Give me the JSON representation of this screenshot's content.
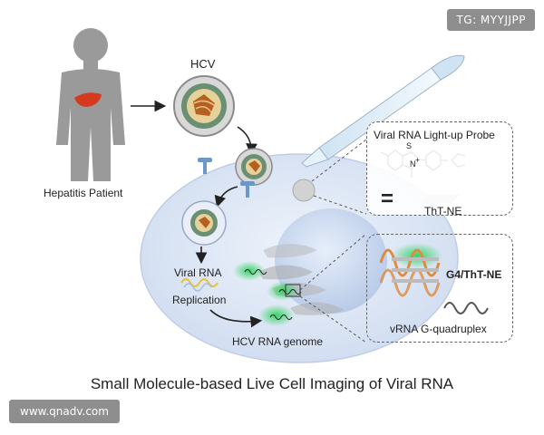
{
  "watermark_tag": "TG: MYYJJPP",
  "watermark_url": "www.qnadv.com",
  "caption": "Small Molecule-based Live Cell Imaging of Viral RNA",
  "labels": {
    "hcv": "HCV",
    "patient": "Hepatitis Patient",
    "viral_rna": "Viral RNA",
    "replication": "Replication",
    "genome": "HCV RNA genome"
  },
  "probe_box": {
    "title": "Viral RNA Light-up Probe",
    "equals": "=",
    "probe_name": "ThT-NE",
    "struct_s": "S",
    "struct_n": "N",
    "struct_plus": "+"
  },
  "g4_box": {
    "complex_label": "G4/ThT-NE",
    "bottom_label": "vRNA G-quadruplex"
  },
  "colors": {
    "cell": "#dde6f4",
    "nucleus": "#c9d7ee",
    "liver": "#d63a1e",
    "glow": "#3fd36b",
    "rna_orange": "#e08a3c"
  }
}
